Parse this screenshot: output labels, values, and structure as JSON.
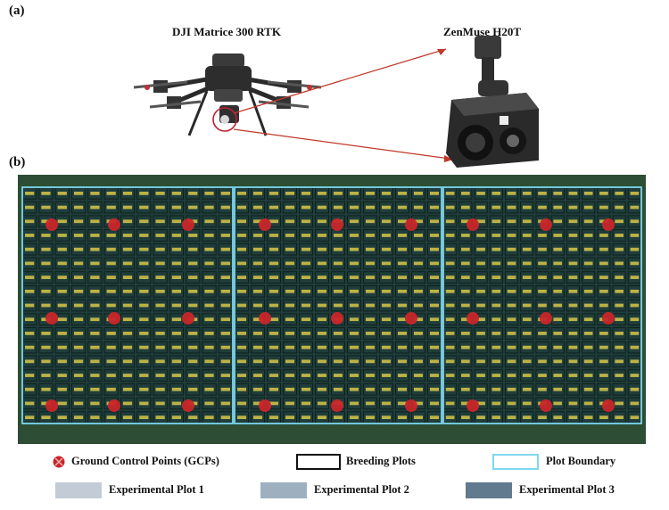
{
  "panel_a": {
    "label": "(a)",
    "drone_caption": "DJI Matrice 300 RTK",
    "camera_caption": "ZenMuse H20T"
  },
  "panel_b": {
    "label": "(b)",
    "plot_columns": 3,
    "gcp_rows": 3,
    "gcps_per_row_per_plot": 3
  },
  "legend": {
    "gcp": "Ground Control Points (GCPs)",
    "breeding": "Breeding Plots",
    "boundary": "Plot Boundary",
    "exp1": "Experimental Plot 1",
    "exp2": "Experimental Plot 2",
    "exp3": "Experimental Plot 3"
  },
  "colors": {
    "gcp": "#c8262a",
    "boundary": "#7fd8f0",
    "exp1": "#c3ccd6",
    "exp2": "#9eb0c0",
    "exp3": "#627a8e",
    "field_bg": "#1f3d3a",
    "plot_label": "#d8c84a",
    "arrow": "#c0392b"
  }
}
